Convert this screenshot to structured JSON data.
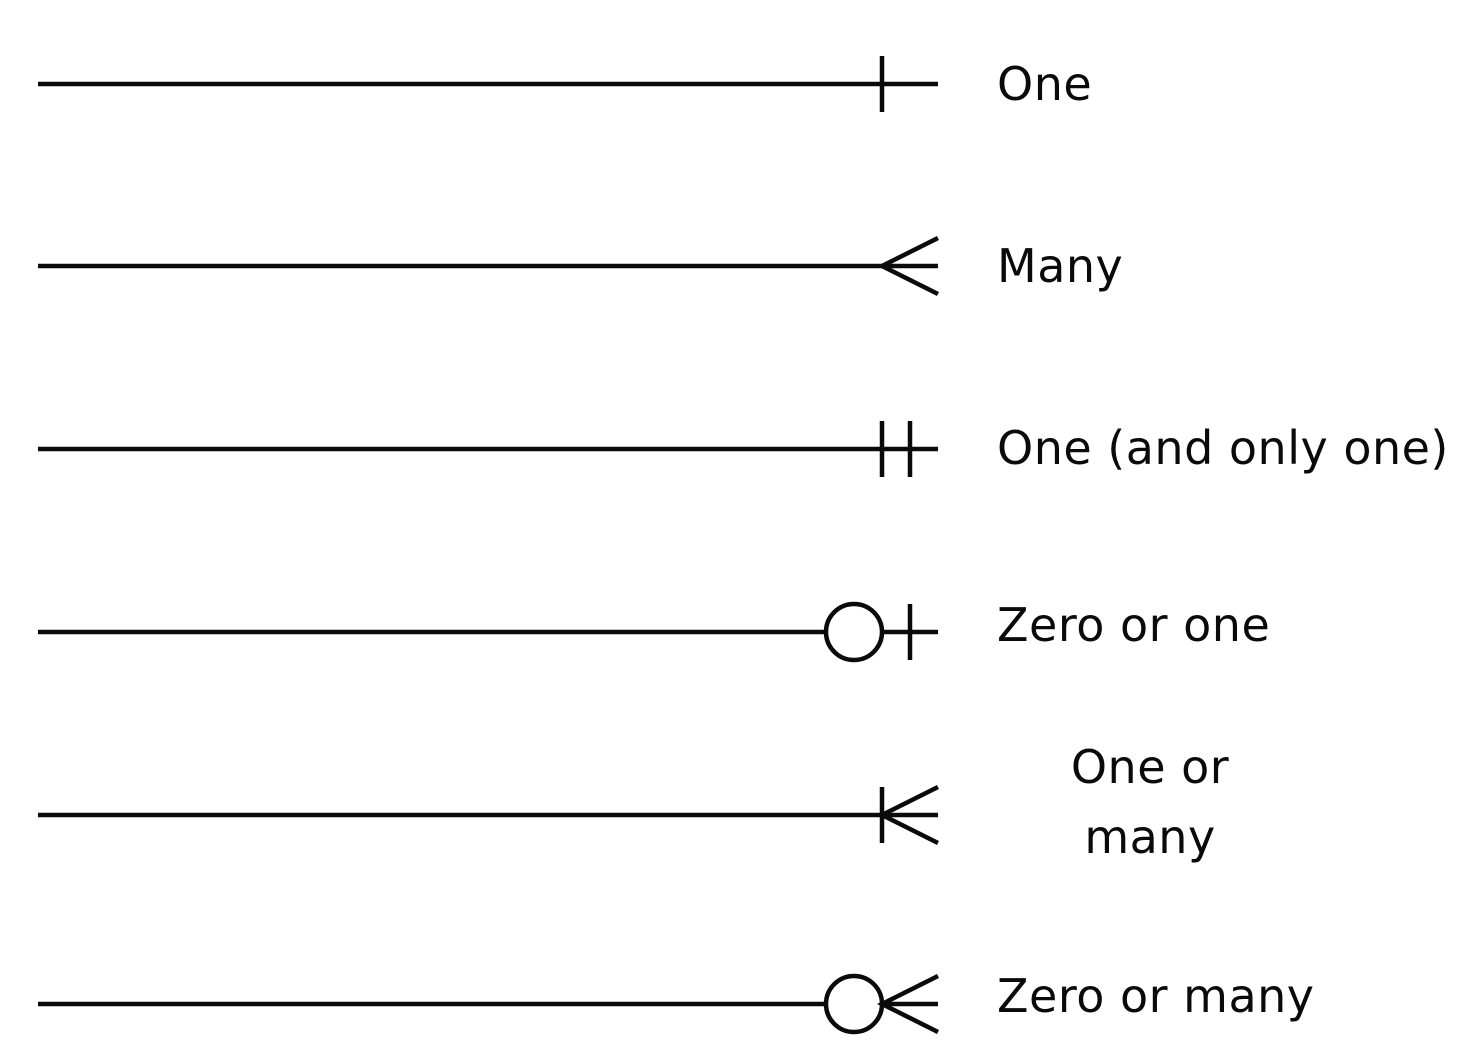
{
  "legend": {
    "ink_color": "#0a0a0a",
    "background_color": "#ffffff",
    "rows": [
      {
        "symbol": "one-mark-icon",
        "label": "One"
      },
      {
        "symbol": "many-crowsfoot-icon",
        "label": "Many"
      },
      {
        "symbol": "one-and-only-one-icon",
        "label": "One (and only one)"
      },
      {
        "symbol": "zero-or-one-icon",
        "label": "Zero or one"
      },
      {
        "symbol": "one-or-many-icon",
        "label": "One or\nmany"
      },
      {
        "symbol": "zero-or-many-icon",
        "label": "Zero or many"
      }
    ]
  }
}
